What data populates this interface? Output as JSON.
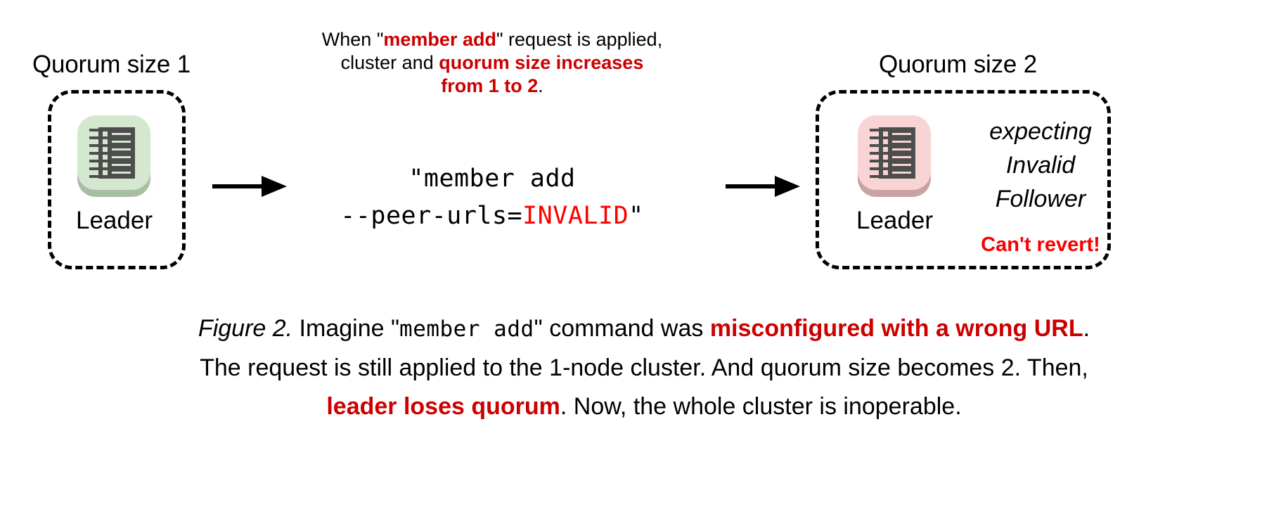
{
  "diagram": {
    "left_cluster": {
      "title": "Quorum size 1",
      "node_label": "Leader",
      "icon_name": "server-rack-icon",
      "icon_bg": "#d4e8d0",
      "icon_shadow": "#a9bda5",
      "icon_body": "#4d4d4d",
      "icon_detail": "#d4e8d0"
    },
    "right_cluster": {
      "title": "Quorum size 2",
      "node_label": "Leader",
      "icon_name": "server-rack-icon",
      "icon_bg": "#f8d4d4",
      "icon_shadow": "#c9a3a3",
      "icon_body": "#4d4d4d",
      "icon_detail": "#f8d4d4",
      "state_line1": "expecting",
      "state_line2": "Invalid",
      "state_line3": "Follower",
      "warning": "Can't revert!"
    },
    "annotation": {
      "line1_a": "When \"",
      "line1_b": "member add",
      "line1_c": "\" request is applied,",
      "line2_a": "cluster and ",
      "line2_b": "quorum size increases",
      "line3_a": "from 1 to 2",
      "line3_b": "."
    },
    "command": {
      "line1": "\"member add",
      "line2_a": "--peer-urls=",
      "line2_b": "INVALID",
      "line2_c": "\""
    },
    "arrows": {
      "left_arrow_name": "arrow-left-to-command",
      "right_arrow_name": "arrow-command-to-right"
    }
  },
  "caption": {
    "figure_label": "Figure 2.",
    "l1_a": " Imagine \"",
    "l1_mono": "member add",
    "l1_b": "\" command was ",
    "l1_red": "misconfigured with a wrong URL",
    "l1_c": ".",
    "l2": "The request is still applied to the 1-node cluster. And quorum size becomes 2. Then,",
    "l3_red": "leader loses quorum",
    "l3_a": ". Now, the whole cluster is inoperable."
  },
  "colors": {
    "accent_red": "#cc0000",
    "bright_red": "#fa0000",
    "green_node": "#d4e8d0",
    "pink_node": "#f8d4d4",
    "icon_dark": "#4d4d4d"
  }
}
